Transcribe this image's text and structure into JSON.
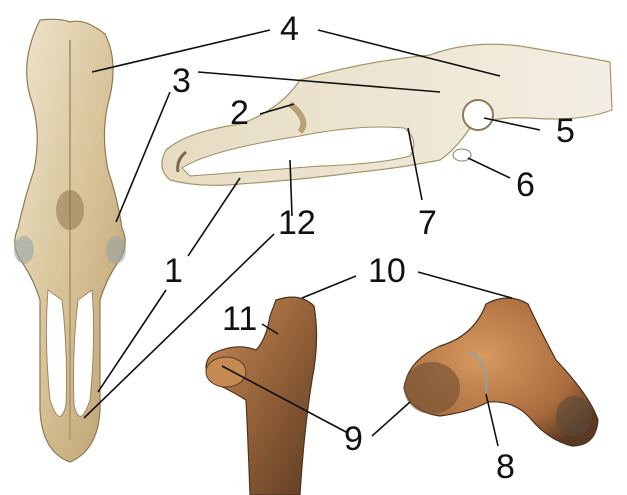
{
  "figure": {
    "labels": {
      "l1": "1",
      "l2": "2",
      "l3": "3",
      "l4": "4",
      "l5": "5",
      "l6": "6",
      "l7": "7",
      "l8": "8",
      "l9": "9",
      "l10": "10",
      "l11": "11",
      "l12": "12"
    }
  }
}
